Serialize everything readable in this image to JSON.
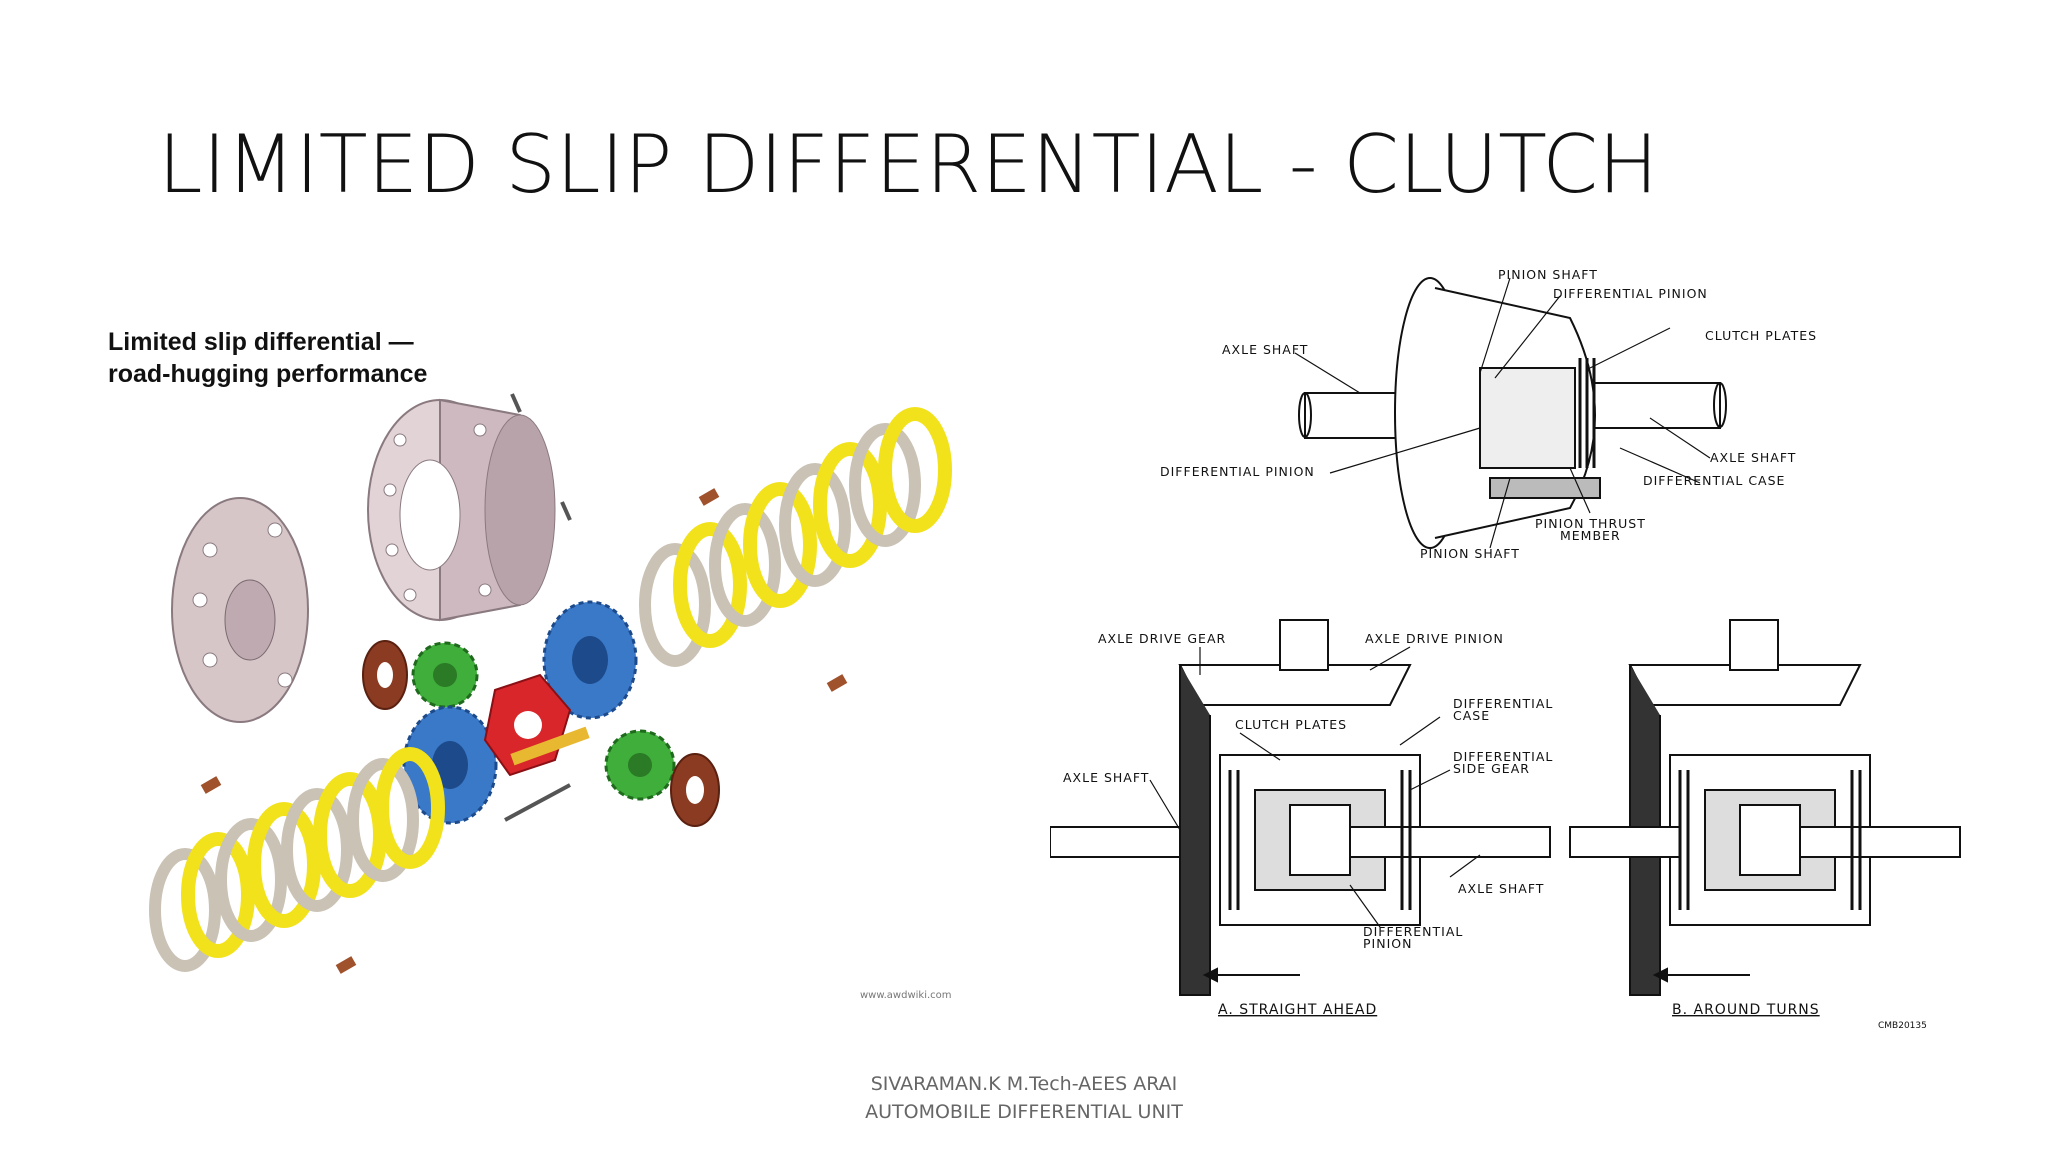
{
  "slide": {
    "title": "LIMITED SLIP DIFFERENTIAL - CLUTCH"
  },
  "left_figure": {
    "heading_line1": "Limited slip differential —",
    "heading_line2": "road-hugging performance",
    "credit": "www.awdwiki.com"
  },
  "right_top_figure": {
    "labels": {
      "pinion_shaft_top": "PINION SHAFT",
      "differential_pinion_top": "DIFFERENTIAL PINION",
      "clutch_plates": "CLUTCH PLATES",
      "axle_shaft_left": "AXLE SHAFT",
      "differential_pinion_left": "DIFFERENTIAL PINION",
      "axle_shaft_right": "AXLE SHAFT",
      "differential_case": "DIFFERENTIAL CASE",
      "pinion_thrust_1": "PINION THRUST",
      "pinion_thrust_2": "MEMBER",
      "pinion_shaft_bottom": "PINION SHAFT"
    }
  },
  "right_bottom_figure": {
    "labels": {
      "axle_drive_gear": "AXLE DRIVE GEAR",
      "axle_drive_pinion": "AXLE DRIVE PINION",
      "differential_case_1": "DIFFERENTIAL",
      "differential_case_2": "CASE",
      "clutch_plates": "CLUTCH PLATES",
      "diff_side_gear_1": "DIFFERENTIAL",
      "diff_side_gear_2": "SIDE GEAR",
      "axle_shaft_left": "AXLE SHAFT",
      "axle_shaft_right": "AXLE SHAFT",
      "diff_pinion_1": "DIFFERENTIAL",
      "diff_pinion_2": "PINION",
      "caption_a": "A. STRAIGHT AHEAD",
      "caption_b": "B. AROUND TURNS",
      "code": "CMB20135"
    }
  },
  "footer": {
    "line1": "SIVARAMAN.K M.Tech-AEES ARAI",
    "line2": "AUTOMOBILE DIFFERENTIAL UNIT"
  },
  "colors": {
    "yellow_plate": "#f2e21c",
    "steel_plate": "#c9c2b5",
    "housing": "#d6c6c8",
    "blue_gear": "#3a78c8",
    "green_gear": "#3fae3a",
    "red_carrier": "#d8262b",
    "washer": "#8a3b22"
  }
}
